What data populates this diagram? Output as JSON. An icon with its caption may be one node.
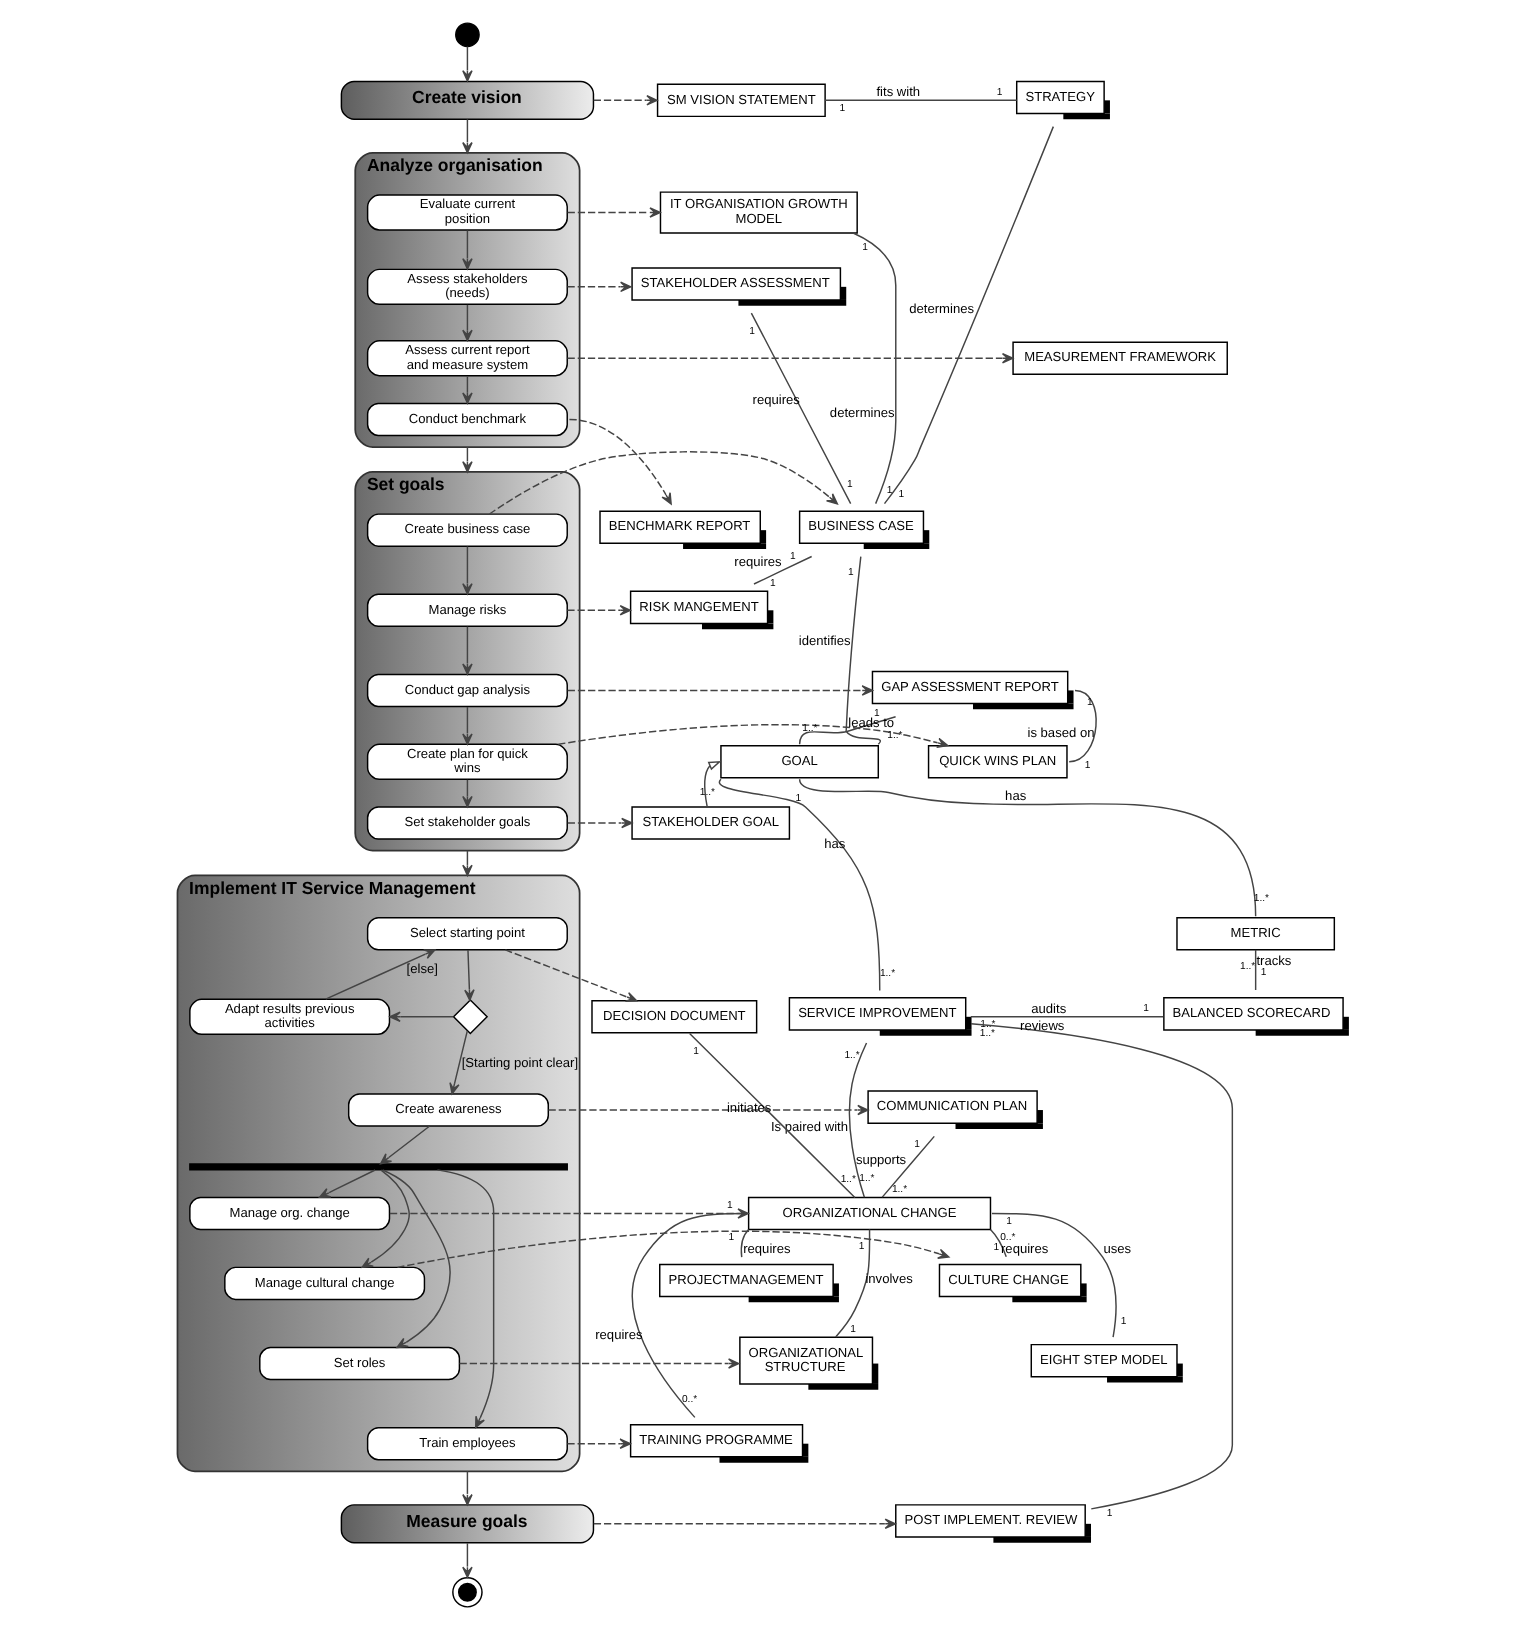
{
  "diagram": {
    "nodes": [
      {
        "text": [],
        "shape": "circle"
      },
      {
        "text": [
          "Create vision"
        ]
      },
      {
        "text": [
          "SM VISION STATEMENT"
        ]
      },
      {
        "text": [
          "STRATEGY"
        ]
      },
      {
        "text": [
          "Analyze organisation"
        ]
      },
      {
        "text": [
          "Evaluate current position"
        ],
        "in": 4
      },
      {
        "text": [
          "Assess stakeholders (needs)"
        ],
        "in": 4
      },
      {
        "text": [
          "Assess current report and measure system"
        ],
        "in": 4
      },
      {
        "text": [
          "Conduct benchmark"
        ],
        "in": 4
      },
      {
        "text": [
          "IT ORGANISATION GROWTH MODEL"
        ]
      },
      {
        "text": [
          "STAKEHOLDER ASSESSMENT"
        ]
      },
      {
        "text": [
          "MEASUREMENT FRAMEWORK"
        ]
      },
      {
        "text": [
          "BENCHMARK REPORT"
        ]
      },
      {
        "text": [
          "Set goals"
        ]
      },
      {
        "text": [
          "Create business case"
        ],
        "in": 13
      },
      {
        "text": [
          "Manage risks"
        ],
        "in": 13
      },
      {
        "text": [
          "Conduct gap analysis"
        ],
        "in": 13
      },
      {
        "text": [
          "Create plan for quick wins"
        ],
        "in": 13
      },
      {
        "text": [
          "Set stakeholder goals"
        ],
        "in": 13
      },
      {
        "text": [
          "BUSINESS CASE"
        ]
      },
      {
        "text": [
          "RISK MANGEMENT"
        ]
      },
      {
        "text": [
          "GAP ASSESSMENT REPORT"
        ]
      },
      {
        "text": [
          "QUICK WINS PLAN"
        ]
      },
      {
        "text": [
          "STAKEHOLDER GOAL"
        ]
      },
      {
        "text": [
          "GOAL"
        ]
      },
      {
        "text": [
          "METRIC"
        ]
      },
      {
        "text": [
          "SERVICE IMPROVEMENT"
        ]
      },
      {
        "text": [
          "BALANCED SCORECARD"
        ]
      },
      {
        "text": [
          "Implement IT Service Management"
        ]
      },
      {
        "text": [
          "Select starting point"
        ],
        "in": 28
      },
      {
        "text": [],
        "shape": "diamond",
        "in": 28
      },
      {
        "text": [
          "Adapt results previous activities"
        ],
        "in": 28
      },
      {
        "text": [
          "Create awareness"
        ],
        "in": 28
      },
      {
        "text": [],
        "shape": "bar",
        "in": 28
      },
      {
        "text": [
          "Manage org. change"
        ],
        "in": 28
      },
      {
        "text": [
          "Manage cultural change"
        ],
        "in": 28
      },
      {
        "text": [
          "Set roles"
        ],
        "in": 28
      },
      {
        "text": [
          "Train employees"
        ],
        "in": 28
      },
      {
        "text": [
          "DECISION DOCUMENT"
        ]
      },
      {
        "text": [
          "COMMUNICATION PLAN"
        ]
      },
      {
        "text": [
          "ORGANIZATIONAL CHANGE"
        ]
      },
      {
        "text": [
          "PROJECTMANAGEMENT"
        ]
      },
      {
        "text": [
          "CULTURE CHANGE"
        ]
      },
      {
        "text": [
          "ORGANIZATIONAL STRUCTURE"
        ]
      },
      {
        "text": [
          "EIGHT STEP MODEL"
        ]
      },
      {
        "text": [
          "TRAINING PROGRAMME"
        ]
      },
      {
        "text": [
          "Measure goals"
        ]
      },
      {
        "text": [
          "POST IMPLEMENT. REVIEW"
        ]
      },
      {
        "text": [],
        "shape": "circle"
      }
    ],
    "edges": [
      {
        "from": 0,
        "to": 1,
        "arrow": "to"
      },
      {
        "from": 1,
        "to": 4,
        "arrow": "to"
      },
      {
        "from": 5,
        "to": 6,
        "arrow": "to"
      },
      {
        "from": 6,
        "to": 7,
        "arrow": "to"
      },
      {
        "from": 7,
        "to": 8,
        "arrow": "to"
      },
      {
        "from": 4,
        "to": 13,
        "arrow": "to"
      },
      {
        "from": 14,
        "to": 15,
        "arrow": "to"
      },
      {
        "from": 15,
        "to": 16,
        "arrow": "to"
      },
      {
        "from": 16,
        "to": 17,
        "arrow": "to"
      },
      {
        "from": 17,
        "to": 18,
        "arrow": "to"
      },
      {
        "from": 13,
        "to": 28,
        "arrow": "to"
      },
      {
        "from": 29,
        "to": 30,
        "arrow": "to"
      },
      {
        "from": 30,
        "to": 31,
        "arrow": "to"
      },
      {
        "from": 31,
        "to": 29,
        "arrow": "to",
        "label": "[else]"
      },
      {
        "from": 30,
        "to": 32,
        "arrow": "to",
        "label": "[Starting point clear]"
      },
      {
        "from": 32,
        "to": 33,
        "arrow": "to"
      },
      {
        "from": 33,
        "to": 34,
        "arrow": "to"
      },
      {
        "from": 33,
        "to": 35,
        "arrow": "to"
      },
      {
        "from": 33,
        "to": 36,
        "arrow": "to"
      },
      {
        "from": 33,
        "to": 37,
        "arrow": "to"
      },
      {
        "from": 28,
        "to": 46,
        "arrow": "to"
      },
      {
        "from": 46,
        "to": 48,
        "arrow": "to"
      },
      {
        "from": 1,
        "to": 2,
        "arrow": "to",
        "style": "dashed"
      },
      {
        "from": 5,
        "to": 9,
        "arrow": "to",
        "style": "dashed"
      },
      {
        "from": 6,
        "to": 10,
        "arrow": "to",
        "style": "dashed"
      },
      {
        "from": 7,
        "to": 11,
        "arrow": "to",
        "style": "dashed"
      },
      {
        "from": 8,
        "to": 12,
        "arrow": "to",
        "style": "dashed"
      },
      {
        "from": 14,
        "to": 19,
        "arrow": "to",
        "style": "dashed"
      },
      {
        "from": 15,
        "to": 20,
        "arrow": "to",
        "style": "dashed"
      },
      {
        "from": 16,
        "to": 21,
        "arrow": "to",
        "style": "dashed"
      },
      {
        "from": 17,
        "to": 22,
        "arrow": "to",
        "style": "dashed"
      },
      {
        "from": 18,
        "to": 23,
        "arrow": "to",
        "style": "dashed"
      },
      {
        "from": 29,
        "to": 38,
        "arrow": "to",
        "style": "dashed"
      },
      {
        "from": 32,
        "to": 39,
        "arrow": "to",
        "style": "dashed"
      },
      {
        "from": 34,
        "to": 40,
        "arrow": "to",
        "style": "dashed"
      },
      {
        "from": 35,
        "to": 42,
        "arrow": "to",
        "style": "dashed"
      },
      {
        "from": 36,
        "to": 43,
        "arrow": "to",
        "style": "dashed"
      },
      {
        "from": 37,
        "to": 45,
        "arrow": "to",
        "style": "dashed"
      },
      {
        "from": 46,
        "to": 47,
        "arrow": "to",
        "style": "dashed"
      },
      {
        "from": 2,
        "to": 3,
        "arrow": "none",
        "label": "fits with"
      },
      {
        "from": 9,
        "to": 19,
        "arrow": "none",
        "label": "determines"
      },
      {
        "from": 3,
        "to": 19,
        "arrow": "none",
        "label": "determines"
      },
      {
        "from": 10,
        "to": 19,
        "arrow": "none",
        "label": "requires"
      },
      {
        "from": 19,
        "to": 20,
        "arrow": "none",
        "label": "requires"
      },
      {
        "from": 19,
        "to": 24,
        "arrow": "none",
        "label": "identifies"
      },
      {
        "from": 21,
        "to": 24,
        "arrow": "none",
        "label": "leads to"
      },
      {
        "from": 21,
        "to": 22,
        "arrow": "none",
        "label": "is based on"
      },
      {
        "from": 23,
        "to": 24,
        "arrow": "to"
      },
      {
        "from": 26,
        "to": 24,
        "arrow": "none",
        "label": "has"
      },
      {
        "from": 24,
        "to": 25,
        "arrow": "none",
        "label": "has"
      },
      {
        "from": 25,
        "to": 27,
        "arrow": "none",
        "label": "tracks"
      },
      {
        "from": 26,
        "to": 27,
        "arrow": "none",
        "label": "audits"
      },
      {
        "from": 38,
        "to": 40,
        "arrow": "none",
        "label": "initiates"
      },
      {
        "from": 39,
        "to": 40,
        "arrow": "none",
        "label": "supports"
      },
      {
        "from": 26,
        "to": 40,
        "arrow": "none",
        "label": "Is paired with"
      },
      {
        "from": 26,
        "to": 47,
        "arrow": "none",
        "label": "reviews"
      },
      {
        "from": 40,
        "to": 41,
        "arrow": "none",
        "label": "requires"
      },
      {
        "from": 40,
        "to": 42,
        "arrow": "none",
        "label": "requires"
      },
      {
        "from": 40,
        "to": 43,
        "arrow": "none",
        "label": "involves"
      },
      {
        "from": 40,
        "to": 45,
        "arrow": "none",
        "label": "requires"
      },
      {
        "from": 40,
        "to": 44,
        "arrow": "none",
        "label": "uses"
      }
    ],
    "labels": [
      "1",
      "1",
      "1",
      "1",
      "1",
      "1",
      "1",
      "1",
      "1",
      "1",
      "1",
      "1",
      "1..*",
      "1..*",
      "1",
      "1..*",
      "1",
      "1..*",
      "1..*",
      "1..*",
      "1",
      "1",
      "1..*",
      "1..*",
      "1..*",
      "1",
      "1",
      "1..*",
      "1..*",
      "1..*",
      "1",
      "1",
      "1",
      "1",
      "1",
      "0..*",
      "1",
      "1",
      "0..*",
      "1"
    ]
  }
}
